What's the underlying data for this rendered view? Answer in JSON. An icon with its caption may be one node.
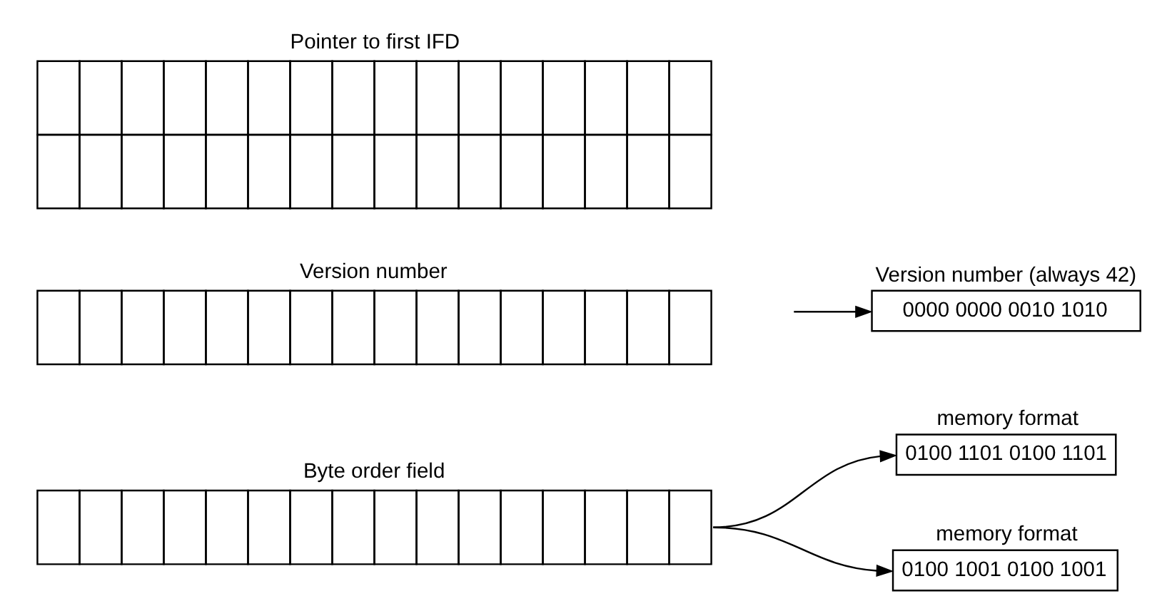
{
  "diagram": {
    "nodes": [
      {
        "text": [
          "Byte order field"
        ]
      },
      {
        "text": [
          "memory format",
          "0100 1101 0100 1101"
        ]
      },
      {
        "text": [
          "memory format",
          "0100 1001 0100 1001"
        ]
      },
      {
        "text": [
          "Version number"
        ]
      },
      {
        "text": [
          "Version number (always 42)",
          "0000 0000 0010 1010"
        ]
      },
      {
        "text": [
          "Pointer to first IFD"
        ]
      }
    ],
    "edges": [
      {
        "from": 0,
        "to": 1,
        "arrow": "to"
      },
      {
        "from": 0,
        "to": 2,
        "arrow": "to"
      },
      {
        "from": null,
        "to": 4,
        "arrow": "to"
      }
    ]
  }
}
